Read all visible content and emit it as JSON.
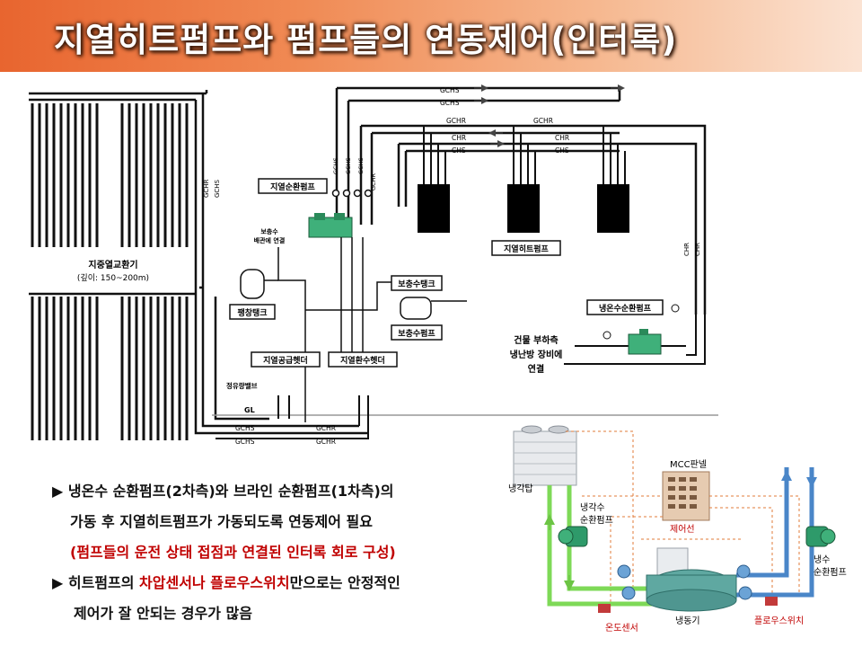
{
  "title": "지열히트펌프와 펌프들의 연동제어(인터록)",
  "diagram": {
    "pipe_labels": {
      "gchs": "GCHS",
      "gchr": "GCHR",
      "chr": "CHR",
      "chs": "CHS"
    },
    "heat_exchanger": [
      "지중열교환기",
      "(깊이: 150~200m)"
    ],
    "geo_pump": "지열순환펌프",
    "makeup_valve": [
      "보충수",
      "배관에 연결"
    ],
    "expansion_tank": "팽창탱크",
    "makeup_tank": "보충수탱크",
    "makeup_pump": "보충수펌프",
    "supply_header": "지열공급헷더",
    "return_header": "지열환수헷더",
    "flow_valve": "정유량밸브",
    "ground_level": "GL",
    "heat_pump": "지열히트펌프",
    "chw_pump": "냉온수순환펌프",
    "building": [
      "건물 부하측",
      "냉난방 장비에",
      "연결"
    ]
  },
  "photo_diagram": {
    "cooling_tower": "냉각탑",
    "cw_pump": [
      "냉각수",
      "순환펌프"
    ],
    "mcc_panel": "MCC판넬",
    "control_wire": "제어선",
    "chw_pump": [
      "냉수",
      "순환펌프"
    ],
    "chiller": "냉동기",
    "temp_sensor": "온도센서",
    "flow_switch": "플로우스위치"
  },
  "bullets": {
    "b1_line1": "▶ 냉온수 순환펌프(2차측)와 브라인 순환펌프(1차측)의",
    "b1_line2": "가동 후 지열히트펌프가 가동되도록 연동제어 필요",
    "b1_line3": "(펌프들의 운전 상태 접점과 연결된 인터록 회로 구성)",
    "b2_pre": "▶ 히트펌프의 ",
    "b2_red1": "차압센서나",
    "b2_mid": " ",
    "b2_red2": "플로우스위치",
    "b2_post": "만으로는 안정적인",
    "b2_line2": "제어가 잘 안되는 경우가 많음"
  },
  "colors": {
    "title_start": "#e8652f",
    "accent_red": "#c00000",
    "green_pipe": "#7ed957",
    "blue_pipe": "#4a86c8",
    "control_wire": "#e07b39"
  }
}
